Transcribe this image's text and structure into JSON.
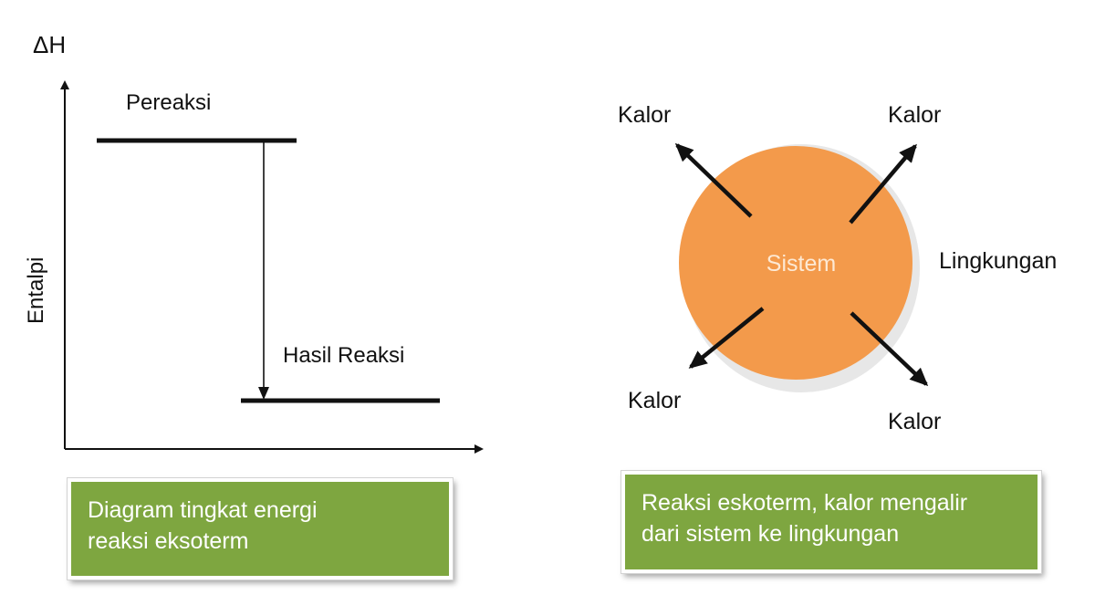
{
  "colors": {
    "system_circle": "#f39a4b",
    "caption_box": "#7ea640",
    "caption_text": "#ffffff",
    "line": "#111111"
  },
  "energy_diagram": {
    "delta_h_label": "ΔH",
    "y_axis_label": "Entalpi",
    "reactant_label": "Pereaksi",
    "product_label": "Hasil Reaksi",
    "caption_lines": [
      "Diagram tingkat energi",
      "reaksi eksoterm"
    ]
  },
  "system_diagram": {
    "system_label": "Sistem",
    "surroundings_label": "Lingkungan",
    "heat_labels": [
      "Kalor",
      "Kalor",
      "Kalor",
      "Kalor"
    ],
    "caption_lines": [
      "Reaksi eskoterm, kalor mengalir",
      "dari sistem ke lingkungan"
    ]
  }
}
